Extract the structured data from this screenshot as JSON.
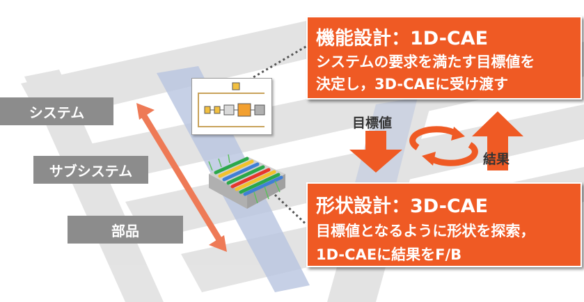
{
  "levels": {
    "system": "システム",
    "subsystem": "サブシステム",
    "part": "部品"
  },
  "functional_design": {
    "title": "機能設計：1D-CAE",
    "line1": "システムの要求を満たす目標値を",
    "line2": "決定し，3D-CAEに受け渡す"
  },
  "shape_design": {
    "title": "形状設計：3D-CAE",
    "line1": "目標値となるように形状を探索，",
    "line2": "1D-CAEに結果をF/B"
  },
  "arrows": {
    "target_value": "目標値",
    "result": "結果"
  },
  "colors": {
    "accent": "#ef5a24",
    "level_label": "#8c8c8c",
    "band": "#d9d9d9",
    "blue_band": "#b8c4e0"
  }
}
